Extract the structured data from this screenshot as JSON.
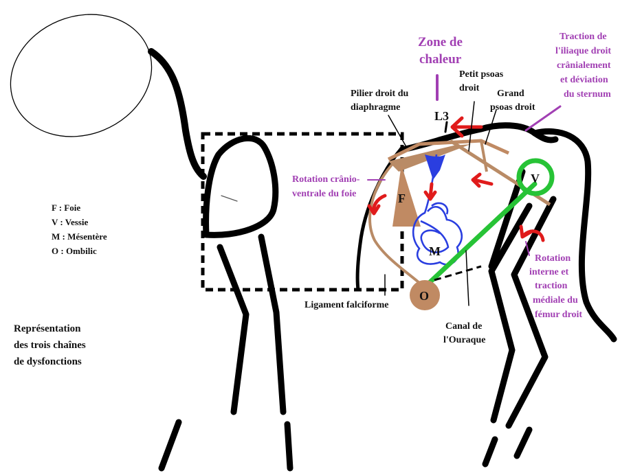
{
  "colors": {
    "outline": "#000000",
    "organ_brown": "#c08a63",
    "ligament_brown": "#b98b66",
    "mesentery_blue": "#2a3ee0",
    "urachus_green": "#27c336",
    "arrow_red": "#e01b1b",
    "annotation_purple": "#a13fb3"
  },
  "legend": {
    "foie": "F : Foie",
    "vessie": "V : Vessie",
    "mesentere": "M : Mésentère",
    "ombilic": "O : Ombilic"
  },
  "caption": {
    "line1": "Représentation",
    "line2": "des trois chaînes",
    "line3": "de dysfonctions"
  },
  "letters": {
    "foie": "F",
    "mesentere": "M",
    "ombilic": "O",
    "vessie": "V",
    "vertebra": "L3"
  },
  "labels": {
    "zone_chaleur": [
      "Zone de",
      "chaleur"
    ],
    "petit_psoas": [
      "Petit psoas",
      "droit"
    ],
    "grand_psoas": [
      "Grand",
      "psoas droit"
    ],
    "pilier": [
      "Pilier droit du",
      "diaphragme"
    ],
    "traction_iliaque": [
      "Traction de",
      "l'iliaque droit",
      "crânialement",
      "et déviation",
      "du sternum"
    ],
    "rotation_foie": [
      "Rotation crânio-",
      "ventrale du foie"
    ],
    "rotation_femur": [
      "Rotation",
      "interne et",
      "traction",
      "médiale du",
      "fémur droit"
    ],
    "ligament_falciforme": "Ligament falciforme",
    "canal_ouraque": [
      "Canal de",
      "l'Ouraque"
    ]
  }
}
